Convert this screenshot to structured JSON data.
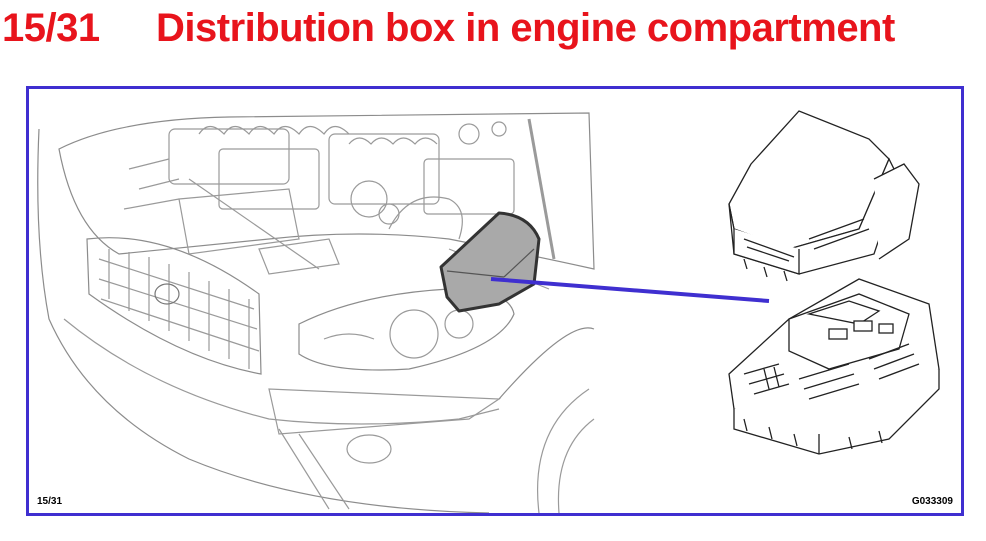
{
  "header": {
    "page_number": "15/31",
    "title": "Distribution box in engine compartment"
  },
  "figure": {
    "page_ref": "15/31",
    "figure_code": "G033309"
  },
  "colors": {
    "title": "#e8141c",
    "frame": "#3f2fd0",
    "callout_line": "#3f2fd0",
    "highlight": "#a9a9a9"
  }
}
